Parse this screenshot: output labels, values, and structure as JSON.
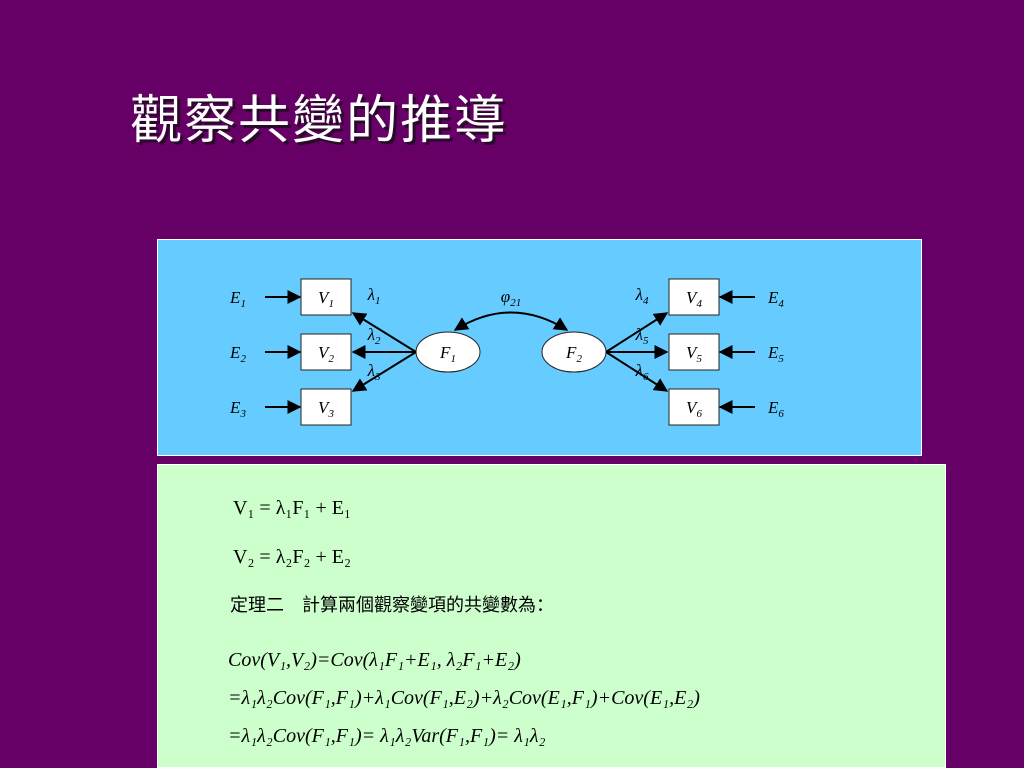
{
  "title": "觀察共變的推導",
  "diagram": {
    "observed": [
      {
        "name": "V",
        "sub": "1",
        "error": "E",
        "error_sub": "1",
        "loading": "λ",
        "loading_sub": "1"
      },
      {
        "name": "V",
        "sub": "2",
        "error": "E",
        "error_sub": "2",
        "loading": "λ",
        "loading_sub": "2"
      },
      {
        "name": "V",
        "sub": "3",
        "error": "E",
        "error_sub": "3",
        "loading": "λ",
        "loading_sub": "3"
      },
      {
        "name": "V",
        "sub": "4",
        "error": "E",
        "error_sub": "4",
        "loading": "λ",
        "loading_sub": "4"
      },
      {
        "name": "V",
        "sub": "5",
        "error": "E",
        "error_sub": "5",
        "loading": "λ",
        "loading_sub": "5"
      },
      {
        "name": "V",
        "sub": "6",
        "error": "E",
        "error_sub": "6",
        "loading": "λ",
        "loading_sub": "6"
      }
    ],
    "factors": [
      {
        "name": "F",
        "sub": "1"
      },
      {
        "name": "F",
        "sub": "2"
      }
    ],
    "covariance": {
      "symbol": "φ",
      "sub": "21"
    }
  },
  "equations": {
    "eq1": "V₁ = λ₁F₁ + E₁",
    "eq2": "V₂ = λ₂F₂ + E₂",
    "theorem": "定理二　計算兩個觀察變項的共變數為：",
    "cov1": "Cov(V₁,V₂)=Cov(λ₁F₁+E₁, λ₂F₁+E₂)",
    "cov2": "=λ₁λ₂Cov(F₁,F₁)+λ₁Cov(F₁,E₂)+λ₂Cov(E₁,F₁)+Cov(E₁,E₂)",
    "cov3": "=λ₁λ₂Cov(F₁,F₁)= λ₁λ₂Var(F₁,F₁)= λ₁λ₂"
  },
  "colors": {
    "background": "#660066",
    "diagram_panel": "#66ccff",
    "equation_panel": "#ccffcc"
  }
}
